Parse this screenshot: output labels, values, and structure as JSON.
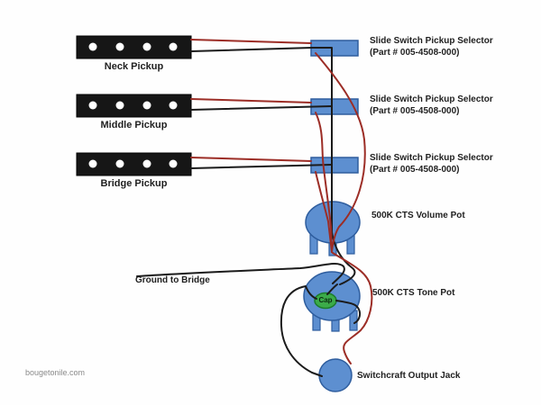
{
  "page": {
    "watermark": "bougetonile.com"
  },
  "diagram": {
    "pickups": [
      {
        "label": "Neck Pickup"
      },
      {
        "label": "Middle Pickup"
      },
      {
        "label": "Bridge Pickup"
      }
    ],
    "switches": [
      {
        "label": "Slide Switch Pickup Selector",
        "part": "(Part # 005-4508-000)"
      },
      {
        "label": "Slide Switch Pickup Selector",
        "part": "(Part # 005-4508-000)"
      },
      {
        "label": "Slide Switch Pickup Selector",
        "part": "(Part # 005-4508-000)"
      }
    ],
    "volume_pot": {
      "label": "500K CTS Volume Pot"
    },
    "tone_pot": {
      "label": "500K CTS Tone Pot",
      "capacitor_label": "Cap"
    },
    "output_jack": {
      "label": "Switchcraft Output Jack"
    },
    "ground_wire": {
      "label": "Ground to Bridge"
    },
    "colors": {
      "component_blue": "#5d8fd0",
      "component_blue_border": "#2e5d9e",
      "pickup_black": "#161616",
      "wire_black": "#1b1b1b",
      "wire_red": "#9c2d26",
      "cap_green": "#3cab49",
      "cap_green_border": "#1c7d2c",
      "label_color": "#1f1f1f",
      "watermark_color": "#8a8a8a"
    }
  }
}
